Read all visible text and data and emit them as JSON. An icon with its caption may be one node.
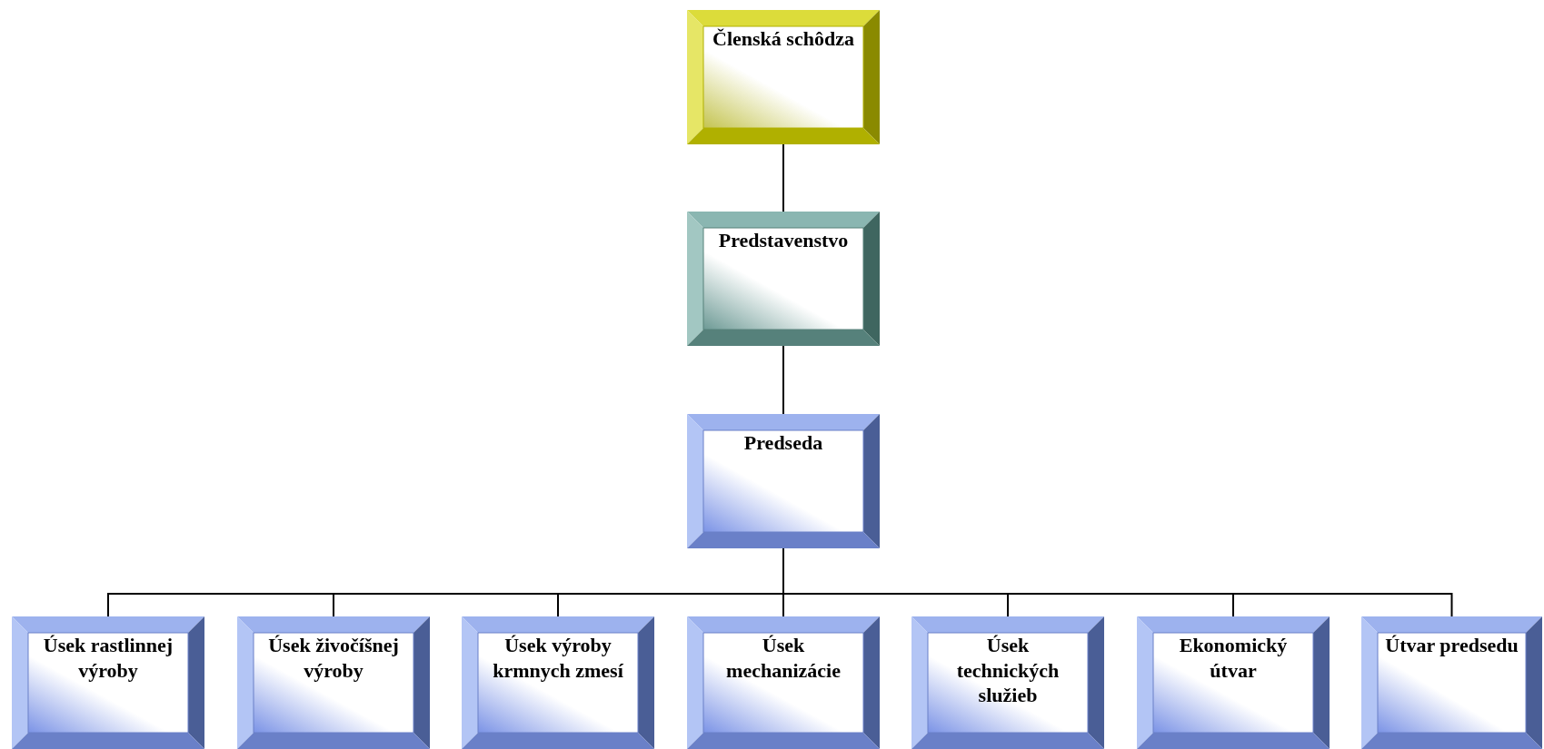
{
  "diagram": {
    "nodes": [
      {
        "text": [
          "Členská schôdza"
        ]
      },
      {
        "text": [
          "Predstavenstvo"
        ]
      },
      {
        "text": [
          "Predseda"
        ]
      },
      {
        "text": [
          "Úsek rastlinnej výroby"
        ]
      },
      {
        "text": [
          "Úsek živočíšnej výroby"
        ]
      },
      {
        "text": [
          "Úsek výroby krmnych zmesí"
        ]
      },
      {
        "text": [
          "Úsek mechanizácie"
        ]
      },
      {
        "text": [
          "Úsek technických služieb"
        ]
      },
      {
        "text": [
          "Ekonomický útvar"
        ]
      },
      {
        "text": [
          "Útvar predsedu"
        ]
      }
    ],
    "edges": [
      {
        "from": 0,
        "to": 1,
        "arrow": "none"
      },
      {
        "from": 1,
        "to": 2,
        "arrow": "none"
      },
      {
        "from": 2,
        "to": 3,
        "arrow": "none"
      },
      {
        "from": 2,
        "to": 4,
        "arrow": "none"
      },
      {
        "from": 2,
        "to": 5,
        "arrow": "none"
      },
      {
        "from": 2,
        "to": 6,
        "arrow": "none"
      },
      {
        "from": 2,
        "to": 7,
        "arrow": "none"
      },
      {
        "from": 2,
        "to": 8,
        "arrow": "none"
      },
      {
        "from": 2,
        "to": 9,
        "arrow": "none"
      }
    ]
  }
}
